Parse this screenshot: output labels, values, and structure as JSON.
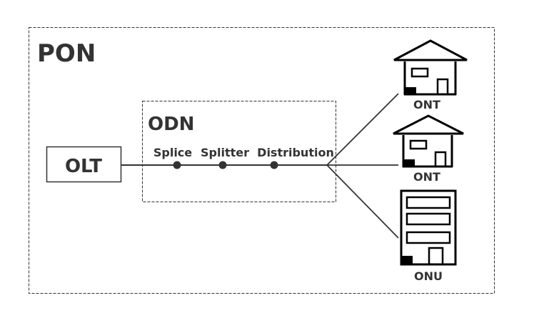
{
  "diagram": {
    "title": "PON",
    "odn_label": "ODN",
    "olt_label": "OLT",
    "odn_points": [
      "Splice",
      "Splitter",
      "Distribution"
    ],
    "endpoints": [
      {
        "label": "ONT",
        "type": "house"
      },
      {
        "label": "ONT",
        "type": "house"
      },
      {
        "label": "ONU",
        "type": "building"
      }
    ],
    "colors": {
      "line": "#333333",
      "text": "#333333",
      "icon": "#000000",
      "background": "#ffffff"
    }
  }
}
